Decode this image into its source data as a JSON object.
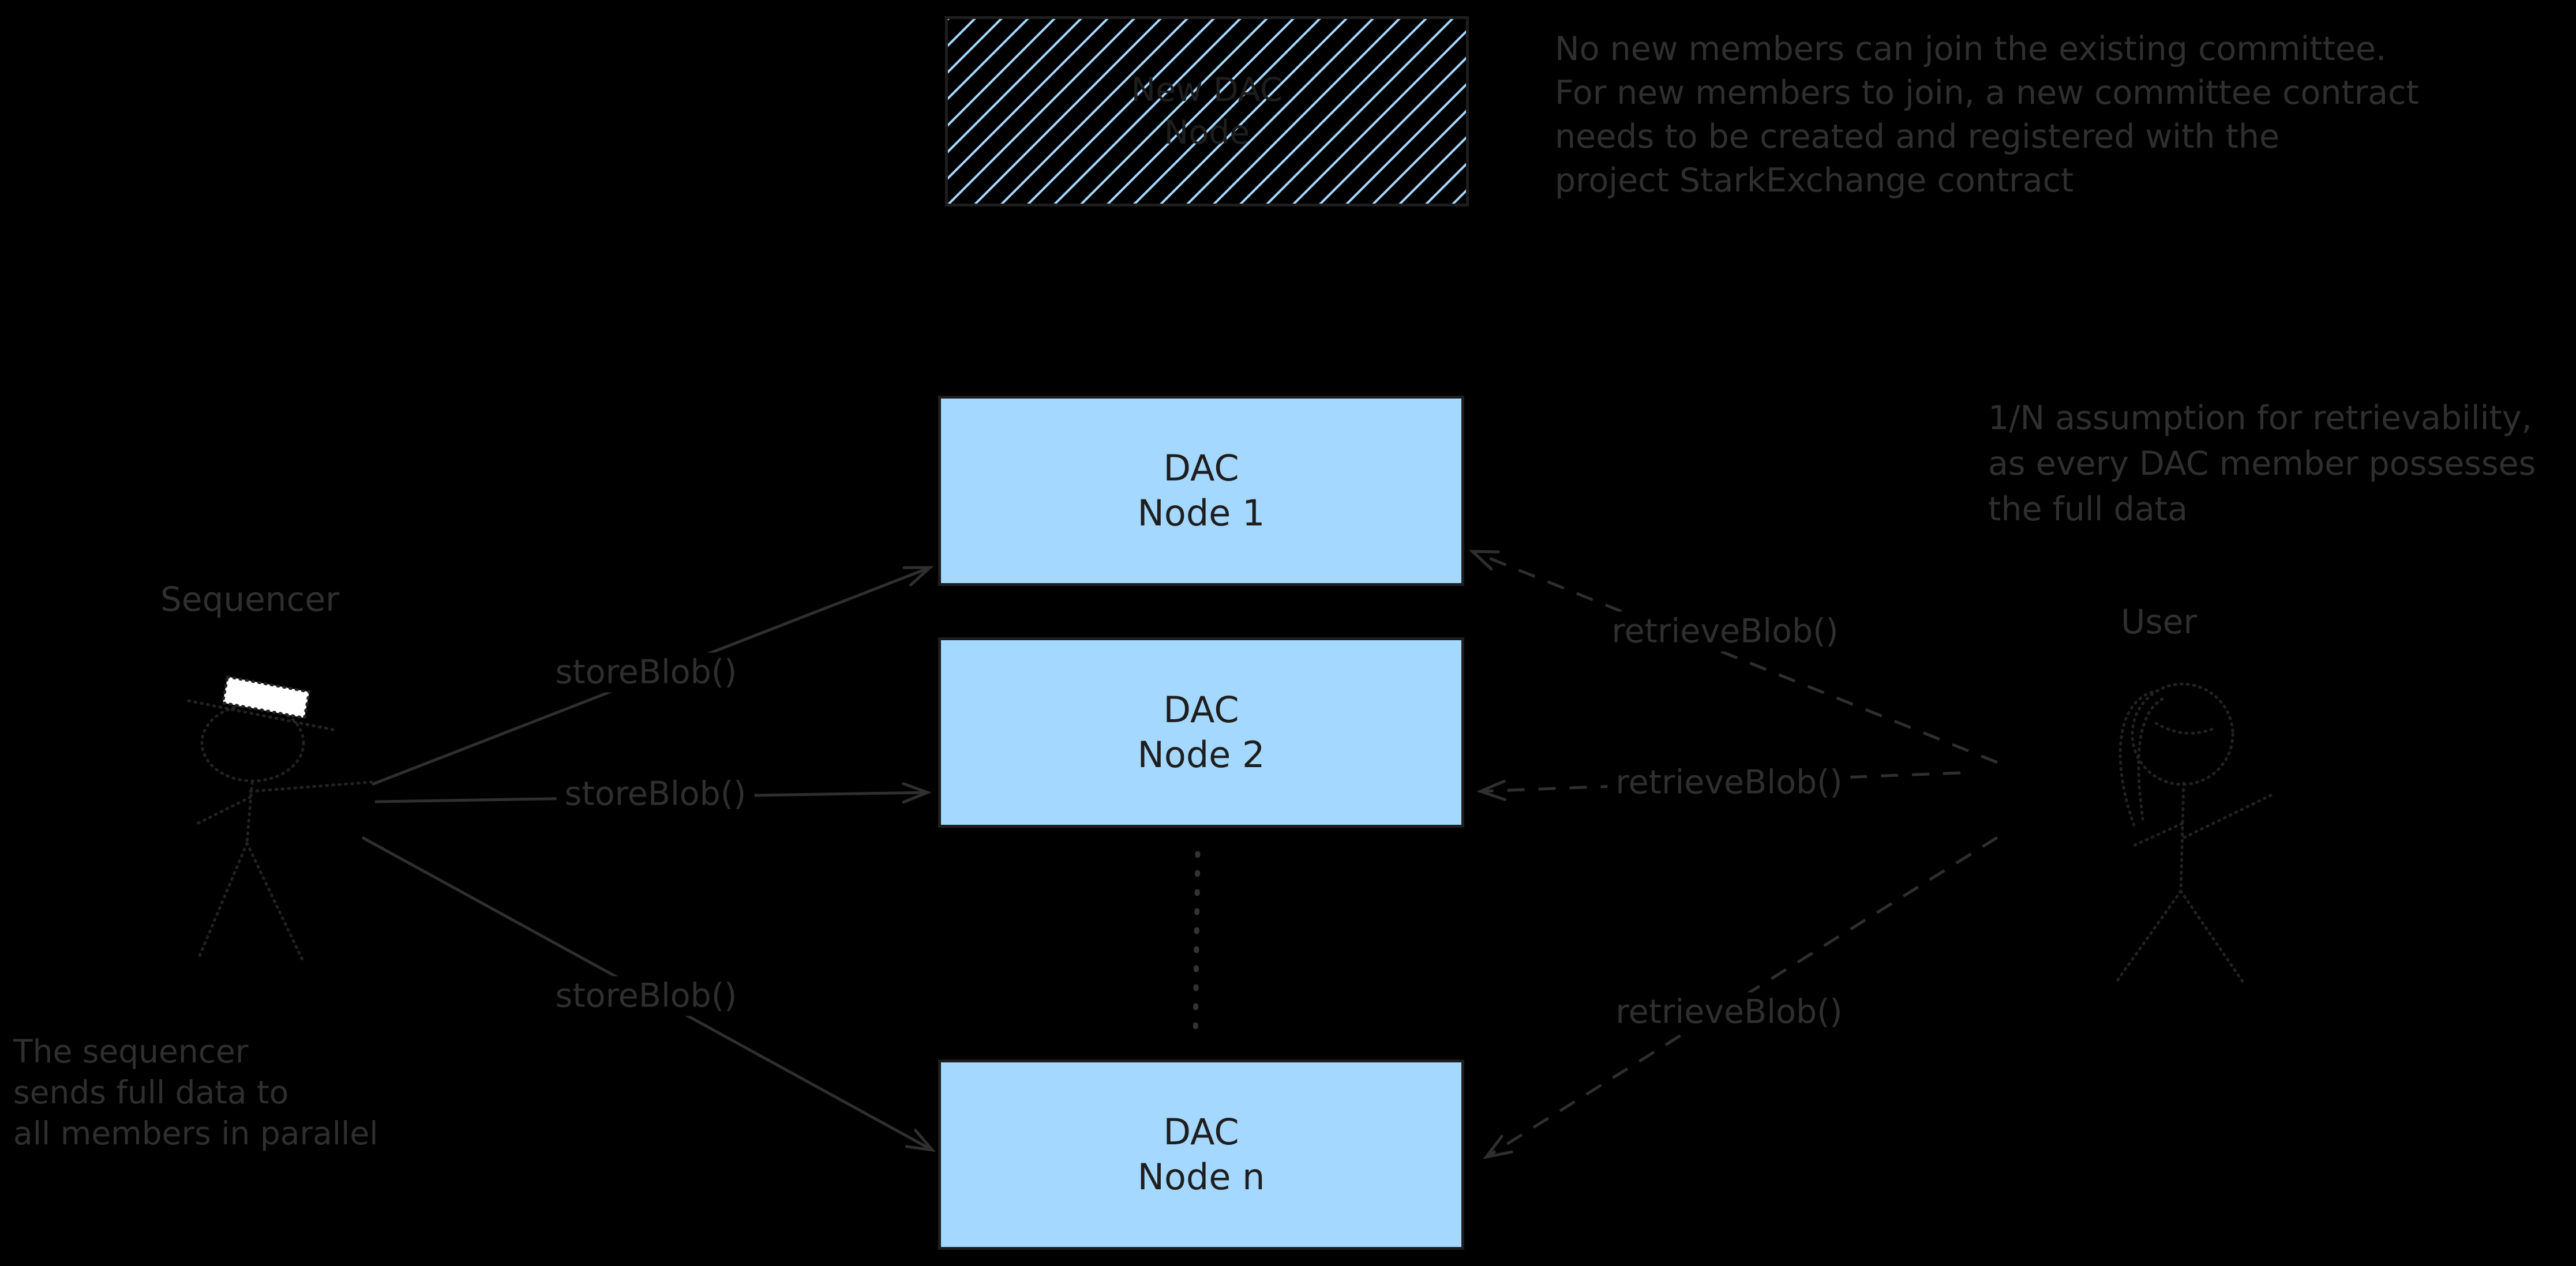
{
  "diagram": {
    "background": "#000000",
    "colors": {
      "node_fill": "#a5d8ff",
      "node_border": "#1e1e1e",
      "ink": "#2f2f2f",
      "hat": "#ffffff"
    },
    "new_node_box": {
      "line1": "New DAC",
      "line2": "Node"
    },
    "nodes": [
      {
        "line1": "DAC",
        "line2": "Node 1"
      },
      {
        "line1": "DAC",
        "line2": "Node 2"
      },
      {
        "line1": "DAC",
        "line2": "Node n"
      }
    ],
    "actors": {
      "sequencer": "Sequencer",
      "user": "User"
    },
    "edge_labels": {
      "store": "storeBlob()",
      "retrieve": "retrieveBlob()"
    },
    "notes": {
      "committee": [
        "No new members can join the existing committee.",
        "For new members to join, a new committee contract",
        "needs to be created and registered with the",
        "project StarkExchange contract"
      ],
      "retrievability": [
        "1/N assumption for retrievability,",
        "as every DAC member possesses",
        "the full data"
      ],
      "sequencer": [
        "The sequencer",
        "sends full data to",
        "all members in parallel"
      ]
    }
  }
}
